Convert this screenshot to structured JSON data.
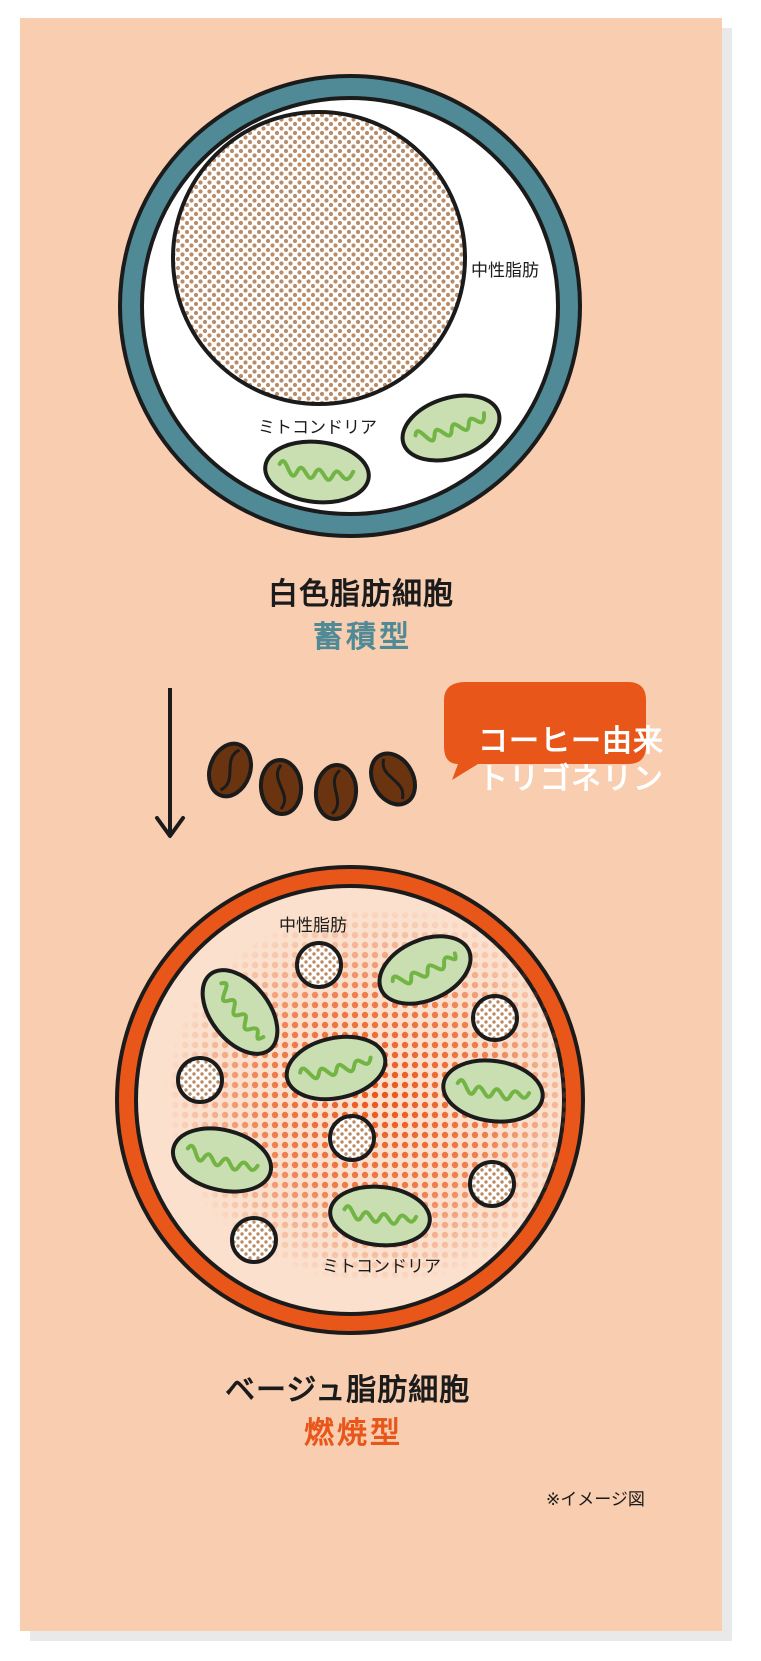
{
  "white_cell": {
    "fat_label": "中性脂肪",
    "mito_label": "ミトコンドリア",
    "title": "白色脂肪細胞",
    "subtitle": "蓄積型"
  },
  "callout": {
    "line1": "コーヒー由来",
    "line2": "トリゴネリン"
  },
  "beige_cell": {
    "fat_label": "中性脂肪",
    "mito_label": "ミトコンドリア",
    "title": "ベージュ脂肪細胞",
    "subtitle": "燃焼型"
  },
  "footnote": "※イメージ図",
  "colors": {
    "background": "#f8cdb0",
    "white_cell_ring": "#4f8a96",
    "beige_cell_ring": "#e8561a",
    "beige_cell_fill": "#fbe0cd",
    "mitochondria_fill": "#c9dfb1",
    "mitochondria_crista": "#73b545",
    "fat_dots": "#b98d69",
    "coffee_bean": "#6a3410",
    "callout_fill": "#e8561a",
    "subtitle_white": "#4f8a96",
    "subtitle_beige": "#e8561a"
  }
}
